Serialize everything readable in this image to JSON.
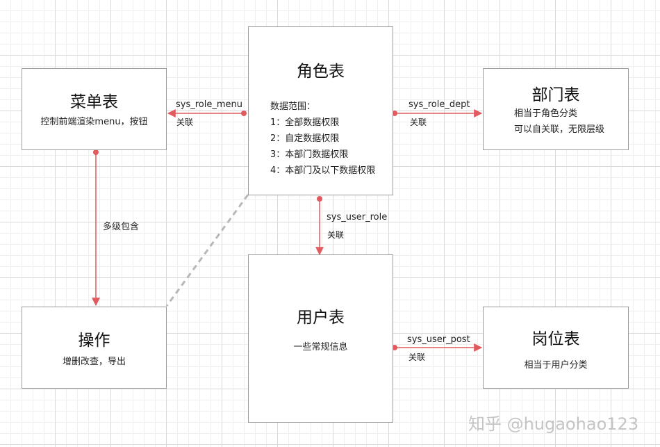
{
  "boxes": {
    "menu": {
      "title": "菜单表",
      "desc": "控制前端渲染menu，按钮"
    },
    "role": {
      "title": "角色表",
      "scope_heading": "数据范围：",
      "scope_items": [
        "1：全部数据权限",
        "2：自定数据权限",
        "3：本部门数据权限",
        "4：本部门及以下数据权限"
      ]
    },
    "dept": {
      "title": "部门表",
      "desc_lines": [
        "相当于角色分类",
        "可以自关联，无限层级"
      ]
    },
    "operation": {
      "title": "操作",
      "desc": "增删改查，导出"
    },
    "user": {
      "title": "用户表",
      "desc": "一些常规信息"
    },
    "post": {
      "title": "岗位表",
      "desc": "相当于用户分类"
    }
  },
  "links": {
    "role_menu": {
      "name": "sys_role_menu",
      "kind": "关联"
    },
    "role_dept": {
      "name": "sys_role_dept",
      "kind": "关联"
    },
    "user_role": {
      "name": "sys_user_role",
      "kind": "关联"
    },
    "user_post": {
      "name": "sys_user_post",
      "kind": "关联"
    },
    "menu_operation": {
      "label": "多级包含"
    }
  },
  "colors": {
    "arrow": "#e05a5f",
    "dashed": "#b8b8b8",
    "box_border": "#9a9a9a"
  },
  "watermark": "知乎 @hugaohao123"
}
